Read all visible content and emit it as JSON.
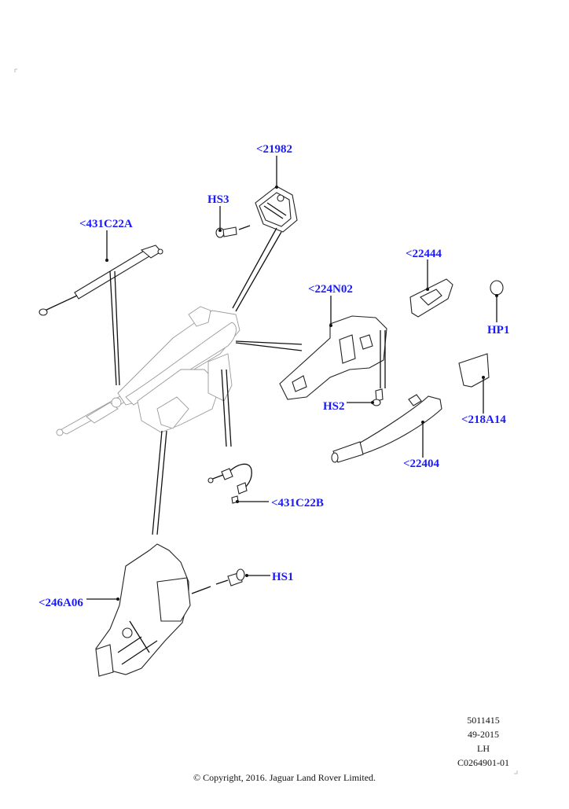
{
  "diagram": {
    "title": "Exterior door handle and lock assembly (LH)",
    "callouts": [
      {
        "id": "c21982",
        "text": "<21982"
      },
      {
        "id": "cHS3",
        "text": "HS3"
      },
      {
        "id": "c431C22A",
        "text": "<431C22A"
      },
      {
        "id": "c22444",
        "text": "<22444"
      },
      {
        "id": "c224N02",
        "text": "<224N02"
      },
      {
        "id": "cHP1",
        "text": "HP1"
      },
      {
        "id": "cHS2",
        "text": "HS2"
      },
      {
        "id": "c218A14",
        "text": "<218A14"
      },
      {
        "id": "c22404",
        "text": "<22404"
      },
      {
        "id": "c431C22B",
        "text": "<431C22B"
      },
      {
        "id": "cHS1",
        "text": "HS1"
      },
      {
        "id": "c246A06",
        "text": "<246A06"
      }
    ],
    "meta": {
      "ref_number": "5011415",
      "date_code": "49-2015",
      "side": "LH",
      "illustration_code": "C0264901-01"
    },
    "copyright": "© Copyright, 2016. Jaguar Land Rover Limited."
  }
}
